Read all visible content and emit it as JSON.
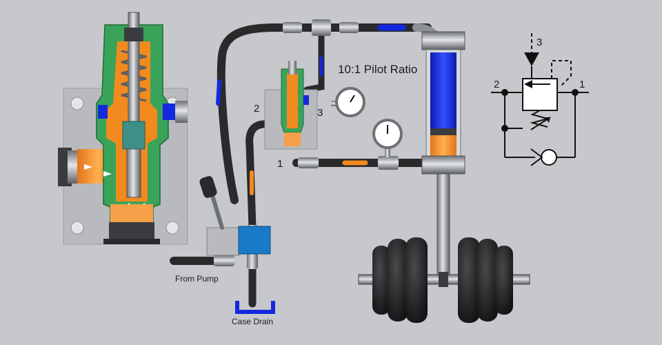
{
  "labels": {
    "pilot_ratio": "10:1 Pilot Ratio",
    "from_pump": "From Pump",
    "case_drain": "Case Drain",
    "port_1": "1",
    "port_2": "2",
    "port_3": "3"
  },
  "schematic": {
    "port_1": "1",
    "port_2": "2",
    "port_3": "3"
  },
  "colors": {
    "background": "#c6c8cb",
    "hose": "#2a2a2c",
    "fluid_orange": "#f28a1e",
    "fluid_blue": "#1428e0",
    "housing_green": "#3aa35a",
    "block_gray": "#b9babd",
    "steel": "#8e9196"
  },
  "icons": {
    "cutaway": "counterbalance-valve-cutaway",
    "valve": "counterbalance-valve",
    "gauge": "pressure-gauge",
    "cylinder": "hydraulic-cylinder",
    "control": "directional-control-valve",
    "load": "dumbbell-weight",
    "symbol": "counterbalance-valve-symbol",
    "check": "check-valve-symbol"
  }
}
